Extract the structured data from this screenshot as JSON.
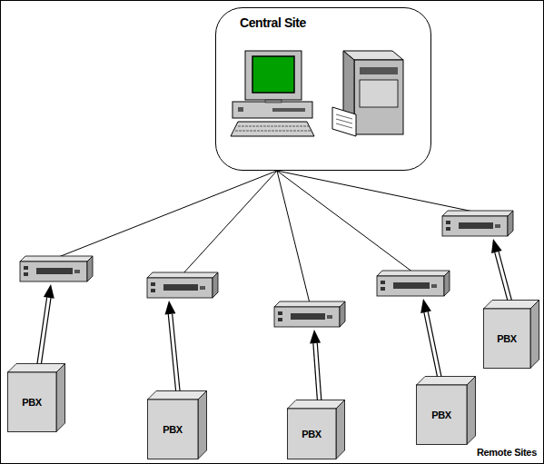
{
  "diagram": {
    "nodes": [
      {
        "text": [
          "Central Site"
        ]
      },
      {
        "text": [
          "PBX"
        ]
      },
      {
        "text": [
          "PBX"
        ]
      },
      {
        "text": [
          "PBX"
        ]
      },
      {
        "text": [
          "PBX"
        ]
      },
      {
        "text": [
          "PBX"
        ]
      }
    ],
    "labels": [
      "Remote Sites"
    ]
  }
}
